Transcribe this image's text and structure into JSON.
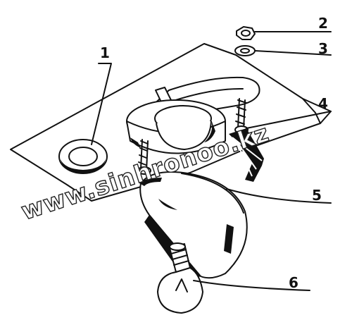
{
  "labels": {
    "l1": "1",
    "l2": "2",
    "l3": "3",
    "l4": "4",
    "l5": "5",
    "l6": "6"
  },
  "watermark": "www.sinhronoo.kz"
}
